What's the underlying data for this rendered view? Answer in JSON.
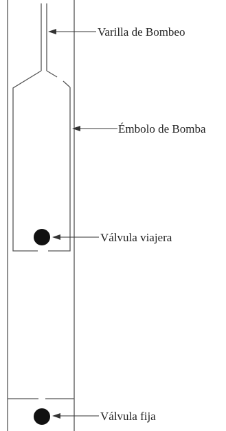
{
  "labels": {
    "rod": "Varilla de Bombeo",
    "plunger": "Émbolo de Bomba",
    "traveling_valve": "Válvula viajera",
    "standing_valve": "Válvula fija"
  },
  "colors": {
    "line": "#555555",
    "valve": "#111111",
    "text": "#222222",
    "background": "#ffffff"
  }
}
